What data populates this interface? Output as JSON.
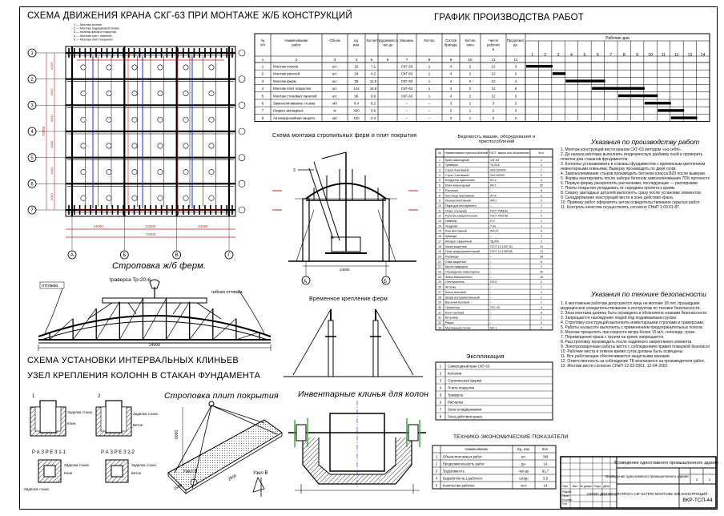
{
  "titles": {
    "crane_scheme": "СХЕМА ДВИЖЕНИЯ КРАНА СКГ-63 ПРИ МОНТАЖЕ Ж/Б КОНСТРУКЦИЙ",
    "schedule": "ГРАФИК ПРОИЗВОДСТВА РАБОТ",
    "truss_slinging": "Строповка ж/б ферм.",
    "wedges_scheme": "СХЕМА УСТАНОВКИ ИНТЕРВАЛЬНЫХ КЛИНЬЕВ",
    "column_node": "УЗЕЛ КРЕПЛЕНИЯ КОЛОНН В СТАКАН ФУНДАМЕНТА",
    "slab_slinging": "Строповка плит покрытия",
    "inventory_wedges": "Инвентарные клинья для колон",
    "mounting_scheme": "Схема монтажа стропильных ферм и плит покрытия",
    "temp_fixing": "Временное крепление ферм",
    "explication": "Экспликация",
    "tech_econ": "ТЕХНИКО-ЭКОНОМИЧЕСКИЕ ПОКАЗАТЕЛИ",
    "work_instructions": "Указания по производству работ",
    "safety_instructions": "Указания по технике безопасности",
    "materials_table": "Ведомость машин, оборудования и приспособлений"
  },
  "crane_grid": {
    "row_axes": [
      "1",
      "2",
      "3",
      "4",
      "5",
      "6",
      "7"
    ],
    "col_axes": [
      "А",
      "Б",
      "В",
      "Г"
    ],
    "span_dims": [
      "24000",
      "24000",
      "24000"
    ],
    "total_dim": "72000",
    "dim_step": "6000"
  },
  "truss": {
    "beam_label": "траверса Тр-20-6",
    "left_label": "оттяжка",
    "right_label": "гибкая оттяжка",
    "span": "24000"
  },
  "schedule": {
    "headers": [
      "№ п/п",
      "Наименование работ",
      "Объем",
      "ед. изм.",
      "Кол-во",
      "Трудоемкость чел-дн",
      "Машины",
      "Кол-во",
      "Состав бригады",
      "Кол-во смен",
      "Число рабочих в смену",
      "Продолжит. дн."
    ],
    "col_numbers": [
      "1",
      "2",
      "3",
      "4",
      "5",
      "6",
      "7",
      "8",
      "9",
      "10",
      "11",
      "12"
    ],
    "days_label": "Рабочие дни",
    "days": [
      "1",
      "2",
      "3",
      "4",
      "5",
      "6",
      "7",
      "8",
      "9",
      "10",
      "11",
      "12",
      "13",
      "14"
    ],
    "rows": [
      {
        "n": "1",
        "name": "Монтаж колонн",
        "unit": "шт.",
        "qty": "32",
        "labor": "7,1",
        "machine": "СКГ-63",
        "mq": "1",
        "crew": "4",
        "shifts": "2",
        "workers": "12",
        "days": "3"
      },
      {
        "n": "2",
        "name": "Монтаж ригелей",
        "unit": "шт.",
        "qty": "24",
        "labor": "4,2",
        "machine": "СКГ-63",
        "mq": "1",
        "crew": "4",
        "shifts": "2",
        "workers": "12",
        "days": "2"
      },
      {
        "n": "3",
        "name": "Монтаж ферм",
        "unit": "шт.",
        "qty": "28",
        "labor": "11,5",
        "machine": "СКГ-63",
        "mq": "1",
        "crew": "4",
        "shifts": "2",
        "workers": "12",
        "days": "4"
      },
      {
        "n": "4",
        "name": "Монтаж плит покрытия",
        "unit": "шт.",
        "qty": "144",
        "labor": "15,8",
        "machine": "СКГ-63",
        "mq": "1",
        "crew": "4",
        "shifts": "2",
        "workers": "12",
        "days": "5"
      },
      {
        "n": "5",
        "name": "Монтаж стеновых панелей",
        "unit": "шт.",
        "qty": "96",
        "labor": "9,9",
        "machine": "СКГ-63",
        "mq": "1",
        "crew": "4",
        "shifts": "2",
        "workers": "12",
        "days": "3"
      },
      {
        "n": "6",
        "name": "Замоноличивание стыков",
        "unit": "м3",
        "qty": "8,4",
        "labor": "6,2",
        "machine": "–",
        "mq": "–",
        "crew": "3",
        "shifts": "1",
        "workers": "3",
        "days": "2"
      },
      {
        "n": "7",
        "name": "Сварка закладных",
        "unit": "м",
        "qty": "420",
        "labor": "5,6",
        "machine": "–",
        "mq": "–",
        "crew": "2",
        "shifts": "1",
        "workers": "2",
        "days": "3"
      },
      {
        "n": "8",
        "name": "Антикоррозийная защита",
        "unit": "м2",
        "qty": "120",
        "labor": "2,4",
        "machine": "–",
        "mq": "–",
        "crew": "2",
        "shifts": "1",
        "workers": "2",
        "days": "2"
      }
    ],
    "bars": [
      [
        1,
        3
      ],
      [
        3,
        4
      ],
      [
        4,
        7
      ],
      [
        6,
        10
      ],
      [
        8,
        11
      ],
      [
        10,
        12
      ],
      [
        11,
        13
      ],
      [
        12,
        14
      ]
    ]
  },
  "materials": {
    "headers": [
      "№",
      "Наименование приспособлений",
      "ГОСТ, марка или обозначение",
      "Кол."
    ],
    "rows": [
      [
        "1",
        "Кран самоходный",
        "СКГ-63",
        "1"
      ],
      [
        "2",
        "Траверса",
        "Тр-20-6",
        "1"
      ],
      [
        "3",
        "Строп 4-ветвевой",
        "4СК-10/4000",
        "1"
      ],
      [
        "4",
        "Строп 2-ветвевой",
        "2СК-5/2000",
        "2"
      ],
      [
        "5",
        "Кондуктор одиночный",
        "КО-2",
        "4"
      ],
      [
        "6",
        "Клин инвентарный",
        "КИ-1",
        "32"
      ],
      [
        "7",
        "Расчалка",
        "–",
        "8"
      ],
      [
        "8",
        "Лестница приставная",
        "ЛП-6",
        "2"
      ],
      [
        "9",
        "Люлька монтажная",
        "ЛМ-1",
        "2"
      ],
      [
        "10",
        "Ящик для инструмента",
        "–",
        "1"
      ],
      [
        "11",
        "Отвес стальной",
        "ГОСТ 7948-80",
        "2"
      ],
      [
        "12",
        "Рулетка измерительная",
        "ГОСТ 7502-98",
        "2"
      ],
      [
        "13",
        "Нивелир",
        "Н-3",
        "1"
      ],
      [
        "14",
        "Теодолит",
        "Т-30",
        "1"
      ],
      [
        "15",
        "Лом монтажный",
        "ЛМ-24",
        "4"
      ],
      [
        "16",
        "Кувалда",
        "–",
        "2"
      ],
      [
        "17",
        "Аппарат сварочный",
        "ТД-500",
        "2"
      ],
      [
        "18",
        "Каска защитная",
        "ГОСТ 12.4.087-84",
        "14"
      ],
      [
        "19",
        "Пояс предохранительный",
        "ГОСТ 12.4.089-86",
        "14"
      ],
      [
        "20",
        "Рукавицы",
        "–",
        "28"
      ],
      [
        "21",
        "Очки защитные",
        "–",
        "6"
      ],
      [
        "22",
        "Щиток сварщика",
        "–",
        "2"
      ],
      [
        "23",
        "Ограждение инвентарное",
        "–",
        "40"
      ],
      [
        "24",
        "Знаки безопасности",
        "–",
        "10"
      ],
      [
        "25",
        "Огнетушитель",
        "ОП-5",
        "2"
      ],
      [
        "26",
        "Аптечка",
        "–",
        "1"
      ],
      [
        "27",
        "Бачок питьевой",
        "–",
        "1"
      ],
      [
        "28",
        "Шкаф инструментальный",
        "–",
        "1"
      ],
      [
        "29",
        "Вагончик бытовой",
        "–",
        "1"
      ],
      [
        "30",
        "Прожектор",
        "ПЗС-35",
        "4"
      ],
      [
        "31",
        "Ключ гаечный",
        "–",
        "6"
      ],
      [
        "32",
        "Ветромер",
        "–",
        "1"
      ],
      [
        "33",
        "Рация",
        "–",
        "2"
      ],
      [
        "34",
        "Монтажный столик",
        "МС-1",
        "2"
      ]
    ]
  },
  "explication": {
    "rows": [
      [
        "1",
        "Самоходный кран СКГ-63"
      ],
      [
        "2",
        "Колонна"
      ],
      [
        "3",
        "Стропильная ферма"
      ],
      [
        "4",
        "Плита покрытия"
      ],
      [
        "5",
        "Траверса"
      ],
      [
        "6",
        "Расчалка"
      ],
      [
        "7",
        "Зона складирования"
      ],
      [
        "8",
        "Зона действия крана"
      ]
    ]
  },
  "tech_econ": {
    "headers": [
      "Наименование",
      "Ед. изм.",
      "Кол."
    ],
    "rows": [
      [
        "Объем монтажных работ",
        "шт.",
        "348"
      ],
      [
        "Продолжительность работ",
        "дн.",
        "14"
      ],
      [
        "Трудоемкость",
        "чел-дн",
        "62,7"
      ],
      [
        "Выработка на 1 рабочего",
        "шт/дн",
        "5,5"
      ],
      [
        "Количество рабочих",
        "чел.",
        "14"
      ]
    ]
  },
  "stamp": {
    "title": "Возведение одноэтажного промышленного здания",
    "code": "ВКР-ТСП-44",
    "sheet": "1",
    "sheets": "1",
    "labels": [
      "Изм.",
      "Лист",
      "№ докум.",
      "Подп.",
      "Дата",
      "Разраб.",
      "Пров.",
      "Н.контр.",
      "Утв."
    ]
  },
  "node_labels": {
    "section_a": "1",
    "section_b": "2",
    "a1": "Заделка стыка",
    "a2": "Клин",
    "a3": "Бетон",
    "razrez_a": "Р А З Р Е З 1-1",
    "razrez_b": "Р А З Р Е З 2-2",
    "node_v": "Узел В",
    "node_v2": "Узел В",
    "dim_6000": "6000",
    "dim_1500": "1500",
    "dim_2900": "2900",
    "dim_24000b": "24000"
  },
  "axes": {
    "a": "А",
    "b": "Б"
  },
  "work_notes": [
    "1. Монтаж конструкций вести краном СКГ-63 методом «на себя».",
    "2. До начала монтажа выполнить геодезическую разбивку осей и проверить",
    "   отметки дна стаканов фундаментов.",
    "3. Колонны устанавливать в стаканы фундаментов с временным креплением",
    "   инвентарными клиньями. Выверку производить по двум осям.",
    "4. Замоноличивание стыков производить бетоном класса В20 после выверки.",
    "5. Фермы монтировать после набора бетоном замоноличивания 70% прочности.",
    "6. Первую ферму раскреплять расчалками, последующие — распорками.",
    "7. Плиты покрытия укладывать от середины пролета к краям.",
    "8. Сварку закладных деталей выполнять сразу после установки элементов.",
    "9. Складирование конструкций вести в зоне действия крана.",
    "10. Приемку работ оформлять актом освидетельствования скрытых работ.",
    "11. Контроль качества осуществлять согласно СНиП 3.03.01-87."
  ],
  "safety_notes": [
    "1. К монтажным работам допускаются лица не моложе 18 лет, прошедшие",
    "   медицинское освидетельствование и инструктаж по технике безопасности.",
    "2. Зона монтажа должна быть ограждена и обозначена знаками безопасности.",
    "3. Запрещается нахождение людей под поднимаемым грузом.",
    "4. Строповку конструкций выполнять инвентарными стропами и траверсами.",
    "5. Работы на высоте выполнять с применением предохранительных поясов.",
    "6. Монтаж прекратить при скорости ветра более 15 м/с, гололеде, грозе.",
    "7. Перемещение крана с грузом на крюке запрещается.",
    "8. Расстроповку производить после надежного закрепления элемента.",
    "9. Электросварочные работы вести с соблюдением правил пожарной безопасности.",
    "10. Рабочие места в темное время суток должны быть освещены.",
    "11. Все работающие обеспечиваются защитными касками.",
    "12. Ответственность за соблюдение ТБ возлагается на производителя работ.",
    "13. Монтаж вести согласно СНиП 12-03-2001, 12-04-2002."
  ],
  "legend_lines": [
    "1 — Монтаж колонн",
    "2 — Монтаж подкрановой балки",
    "3 — монтаж ферм и покрытия",
    "4 — Монтаж стен. панелей",
    "5 — Монтаж плит покрытия"
  ]
}
